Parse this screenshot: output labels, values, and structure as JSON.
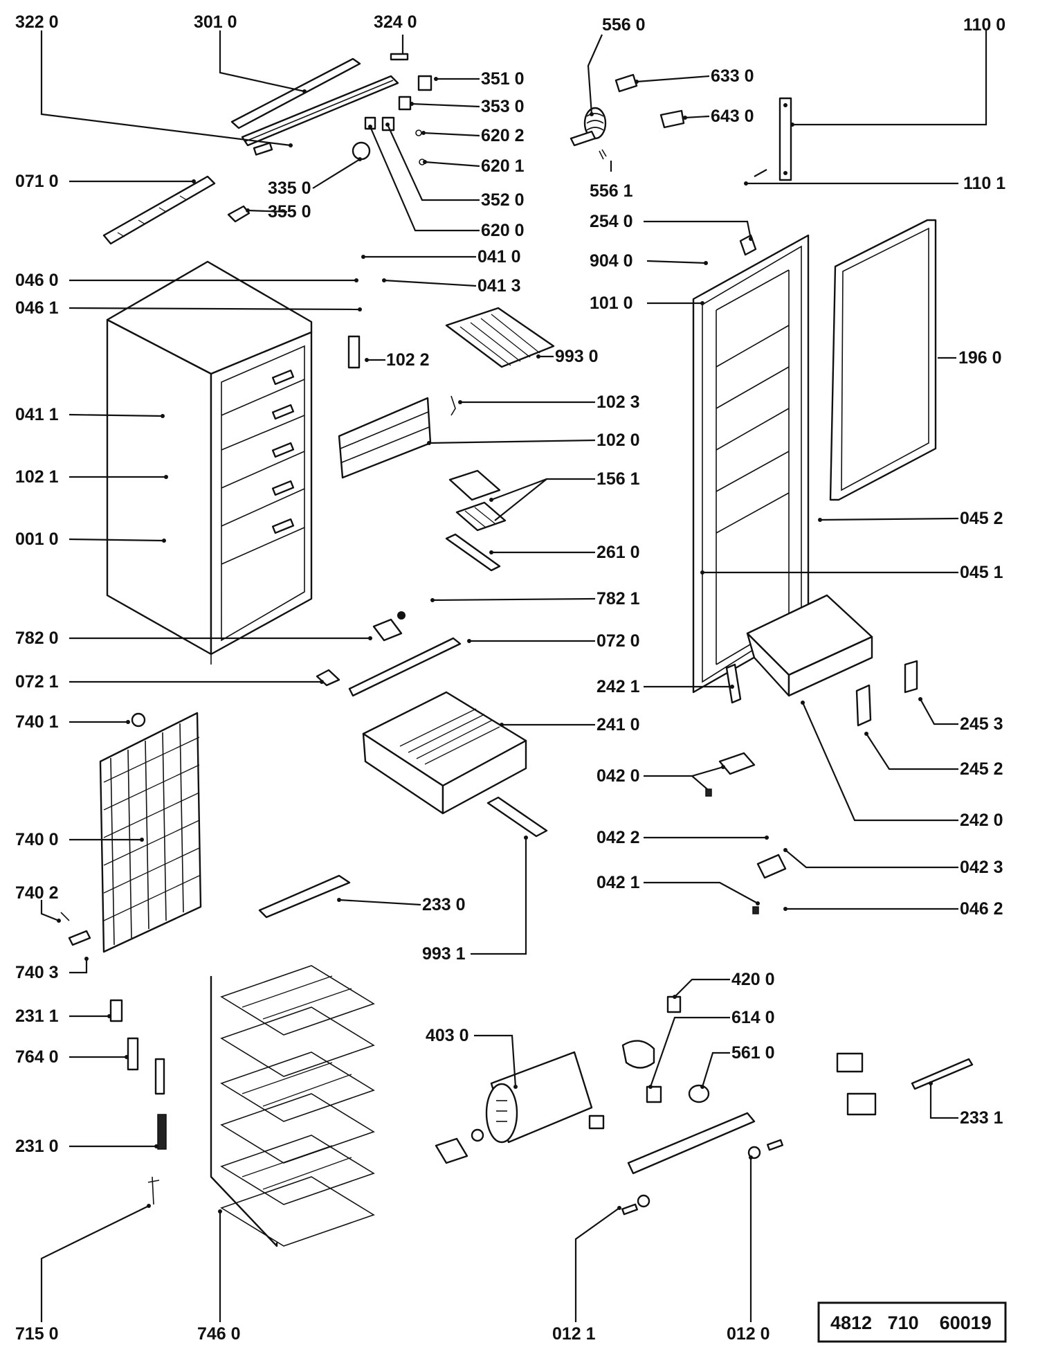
{
  "diagram": {
    "reference_code": "4812   710    60019",
    "callouts": [
      {
        "id": "p3220",
        "label": "322 0"
      },
      {
        "id": "p3010",
        "label": "301 0"
      },
      {
        "id": "p3240",
        "label": "324 0"
      },
      {
        "id": "p5560",
        "label": "556 0"
      },
      {
        "id": "p1100",
        "label": "110 0"
      },
      {
        "id": "p3510",
        "label": "351 0"
      },
      {
        "id": "p3530",
        "label": "353 0"
      },
      {
        "id": "p6202",
        "label": "620 2"
      },
      {
        "id": "p6201",
        "label": "620 1"
      },
      {
        "id": "p3520",
        "label": "352 0"
      },
      {
        "id": "p6200",
        "label": "620 0"
      },
      {
        "id": "p6330",
        "label": "633 0"
      },
      {
        "id": "p6430",
        "label": "643 0"
      },
      {
        "id": "p5561",
        "label": "556 1"
      },
      {
        "id": "p1101",
        "label": "110 1"
      },
      {
        "id": "p0710",
        "label": "071 0"
      },
      {
        "id": "p3350",
        "label": "335 0"
      },
      {
        "id": "p3550",
        "label": "355 0"
      },
      {
        "id": "p2540",
        "label": "254 0"
      },
      {
        "id": "p0410",
        "label": "041 0"
      },
      {
        "id": "p9040",
        "label": "904 0"
      },
      {
        "id": "p0460",
        "label": "046 0"
      },
      {
        "id": "p0413",
        "label": "041 3"
      },
      {
        "id": "p0461",
        "label": "046 1"
      },
      {
        "id": "p1010",
        "label": "101 0"
      },
      {
        "id": "p1022",
        "label": "102 2"
      },
      {
        "id": "p9930",
        "label": "993 0"
      },
      {
        "id": "p1960",
        "label": "196 0"
      },
      {
        "id": "p1023",
        "label": "102 3"
      },
      {
        "id": "p0411",
        "label": "041 1"
      },
      {
        "id": "p1020",
        "label": "102 0"
      },
      {
        "id": "p1021",
        "label": "102 1"
      },
      {
        "id": "p1561",
        "label": "156 1"
      },
      {
        "id": "p0452",
        "label": "045 2"
      },
      {
        "id": "p0010",
        "label": "001 0"
      },
      {
        "id": "p2610",
        "label": "261 0"
      },
      {
        "id": "p0451",
        "label": "045 1"
      },
      {
        "id": "p7821",
        "label": "782 1"
      },
      {
        "id": "p7820",
        "label": "782 0"
      },
      {
        "id": "p0720",
        "label": "072 0"
      },
      {
        "id": "p0721",
        "label": "072 1"
      },
      {
        "id": "p2421",
        "label": "242 1"
      },
      {
        "id": "p7401",
        "label": "740 1"
      },
      {
        "id": "p2410",
        "label": "241 0"
      },
      {
        "id": "p2453",
        "label": "245 3"
      },
      {
        "id": "p0420",
        "label": "042 0"
      },
      {
        "id": "p2452",
        "label": "245 2"
      },
      {
        "id": "p2420",
        "label": "242 0"
      },
      {
        "id": "p7400",
        "label": "740 0"
      },
      {
        "id": "p0422",
        "label": "042 2"
      },
      {
        "id": "p0423",
        "label": "042 3"
      },
      {
        "id": "p7402",
        "label": "740 2"
      },
      {
        "id": "p2330",
        "label": "233 0"
      },
      {
        "id": "p0421",
        "label": "042 1"
      },
      {
        "id": "p0462",
        "label": "046 2"
      },
      {
        "id": "p9931",
        "label": "993 1"
      },
      {
        "id": "p7403",
        "label": "740 3"
      },
      {
        "id": "p4200",
        "label": "420 0"
      },
      {
        "id": "p2311",
        "label": "231 1"
      },
      {
        "id": "p6140",
        "label": "614 0"
      },
      {
        "id": "p4030",
        "label": "403 0"
      },
      {
        "id": "p5610",
        "label": "561 0"
      },
      {
        "id": "p7640",
        "label": "764 0"
      },
      {
        "id": "p2331",
        "label": "233 1"
      },
      {
        "id": "p2310",
        "label": "231 0"
      },
      {
        "id": "p7150",
        "label": "715 0"
      },
      {
        "id": "p7460",
        "label": "746 0"
      },
      {
        "id": "p0121",
        "label": "012 1"
      },
      {
        "id": "p0120",
        "label": "012 0"
      }
    ]
  }
}
